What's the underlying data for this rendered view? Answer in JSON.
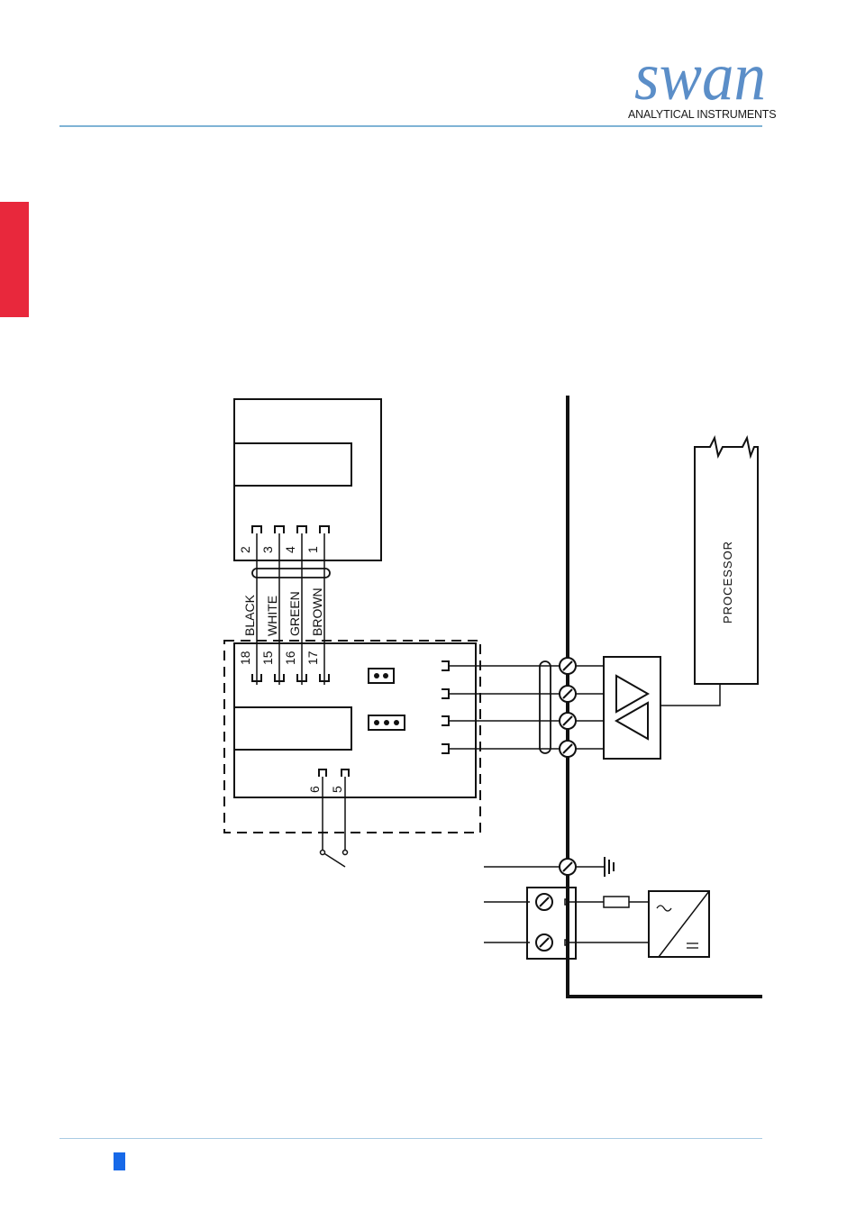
{
  "header": {
    "logo_word": "swan",
    "logo_subtitle": "ANALYTICAL INSTRUMENTS",
    "brand_color": "#5b8ec8",
    "rule_color": "#7fb3d5"
  },
  "side_tab_color": "#e8283c",
  "footer": {
    "marker_color": "#1769e8"
  },
  "diagram": {
    "sensor_terminals": [
      "2",
      "3",
      "4",
      "1"
    ],
    "wire_colors": [
      "BLACK",
      "WHITE",
      "GREEN",
      "BROWN"
    ],
    "transmitter_terminals": [
      "18",
      "15",
      "16",
      "17"
    ],
    "switch_terminals": [
      "6",
      "5"
    ],
    "processor_label": "PROCESSOR"
  }
}
